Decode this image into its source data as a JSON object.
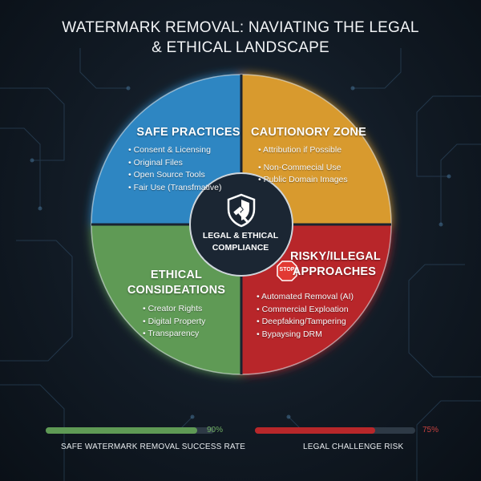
{
  "title": {
    "line1": "WATERMARK REMOVAL: NAVIATING THE LEGAL",
    "line2": "& ETHICAL LANDSCAPE"
  },
  "center": {
    "line1": "LEGAL & ETHICAL",
    "line2": "COMPLIANCE",
    "icon": "shield-gavel-icon"
  },
  "quadrants": {
    "safe": {
      "heading": "SAFE PRACTICES",
      "color": "#2f86c2",
      "items": [
        "Consent & Licensing",
        "Original Files",
        "Open Source Tools",
        "Fair Use (Transfmative)"
      ]
    },
    "caution": {
      "heading": "CAUTIONORY ZONE",
      "color": "#d89a2e",
      "items": [
        "Attribution if Possible",
        "Non-Commecial Use",
        "Public Domain Images"
      ]
    },
    "risky": {
      "heading_line1": "RISKY/ILLEGAL",
      "heading_line2": "APPROACHES",
      "stop_label": "STOP",
      "color": "#b8272a",
      "items": [
        "Automated Removal (AI)",
        "Commercial Exploation",
        "Deepfaking/Tampering",
        "Bypaysing DRM"
      ]
    },
    "ethical": {
      "heading_line1": "ETHICAL",
      "heading_line2": "CONSIDEATIONS",
      "color": "#5f9a55",
      "items": [
        "Creator Rights",
        "Digital Property",
        "Transparency"
      ]
    }
  },
  "metrics": {
    "success": {
      "label": "SAFE WATERMARK REMOVAL SUCCESS RATE",
      "value_text": "90%",
      "value": 0.9,
      "color": "#5f9a55"
    },
    "risk": {
      "label": "LEGAL CHALLENGE RISK",
      "value_text": "75%",
      "value": 0.75,
      "color": "#b8272a"
    }
  }
}
